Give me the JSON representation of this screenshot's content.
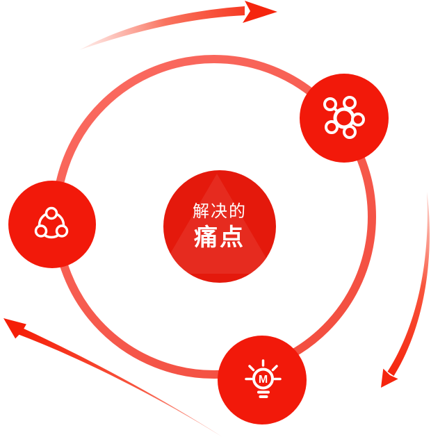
{
  "diagram": {
    "center_circle": {
      "line1": "解决的",
      "line2": "痛点"
    },
    "satellites": [
      {
        "icon": "network-icon"
      },
      {
        "icon": "share-icon"
      },
      {
        "icon": "lightbulb-icon",
        "letter": "M"
      }
    ],
    "colors": {
      "node_red": "#F2190A",
      "center_red": "#E4190C",
      "ring_light": "#FA6A60",
      "ring_dark": "#F24B3C",
      "arrow_red": "#F5250D",
      "icon_stroke": "#FFFFFF"
    }
  }
}
